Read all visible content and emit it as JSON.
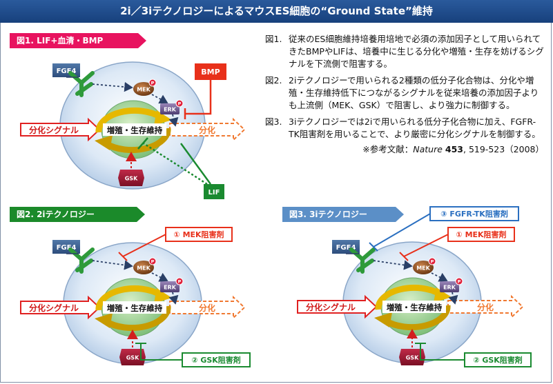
{
  "title": "2i／3iテクノロジーによるマウスES細胞の“Ground State”維持",
  "colors": {
    "title_bg": "#1f4e8c",
    "fig1": "#e8135f",
    "fig2": "#1b8a2a",
    "fig3": "#5b8fc7",
    "red": "#e02020",
    "orange": "#f07830",
    "green": "#1a8a30",
    "blue": "#2a6fc0"
  },
  "figures": [
    {
      "label": "図1. LIF+血清・BMP",
      "fgf4": "FGF4",
      "mek": "MEK",
      "erk": "ERK",
      "p": "P",
      "gsk": "GSK",
      "maintain": "増殖・生存維持",
      "diff_signal": "分化シグナル",
      "diff": "分化",
      "bmp": "BMP",
      "lif": "LIF"
    },
    {
      "label": "図2. 2iテクノロジー",
      "fgf4": "FGF4",
      "mek": "MEK",
      "erk": "ERK",
      "p": "P",
      "gsk": "GSK",
      "maintain": "増殖・生存維持",
      "diff_signal": "分化シグナル",
      "diff": "分化",
      "mek_inhibitor": "① MEK阻害剤",
      "gsk_inhibitor": "② GSK阻害剤"
    },
    {
      "label": "図3. 3iテクノロジー",
      "fgf4": "FGF4",
      "mek": "MEK",
      "erk": "ERK",
      "p": "P",
      "gsk": "GSK",
      "maintain": "増殖・生存維持",
      "diff_signal": "分化シグナル",
      "diff": "分化",
      "fgfr_inhibitor": "③ FGFR-TK阻害剤",
      "mek_inhibitor": "① MEK阻害剤",
      "gsk_inhibitor": "② GSK阻害剤"
    }
  ],
  "notes": [
    {
      "num": "図1.",
      "text": "従来のES細胞維持培養用培地で必須の添加因子として用いられてきたBMPやLIFは、培養中に生じる分化や増殖・生存を妨げるシグナルを下流側で阻害する。"
    },
    {
      "num": "図2.",
      "text": "2iテクノロジーで用いられる2種類の低分子化合物は、分化や増殖・生存維持低下につながるシグナルを従来培養の添加因子よりも上流側（MEK、GSK）で阻害し、より強力に制御する。"
    },
    {
      "num": "図3.",
      "text": "3iテクノロジーでは2iで用いられる低分子化合物に加え、FGFR-TK阻害剤を用いることで、より厳密に分化シグナルを制御する。"
    }
  ],
  "reference": {
    "prefix": "※参考文献：",
    "journal": "Nature",
    "volume": "453",
    "pages": ", 519-523（2008）"
  }
}
